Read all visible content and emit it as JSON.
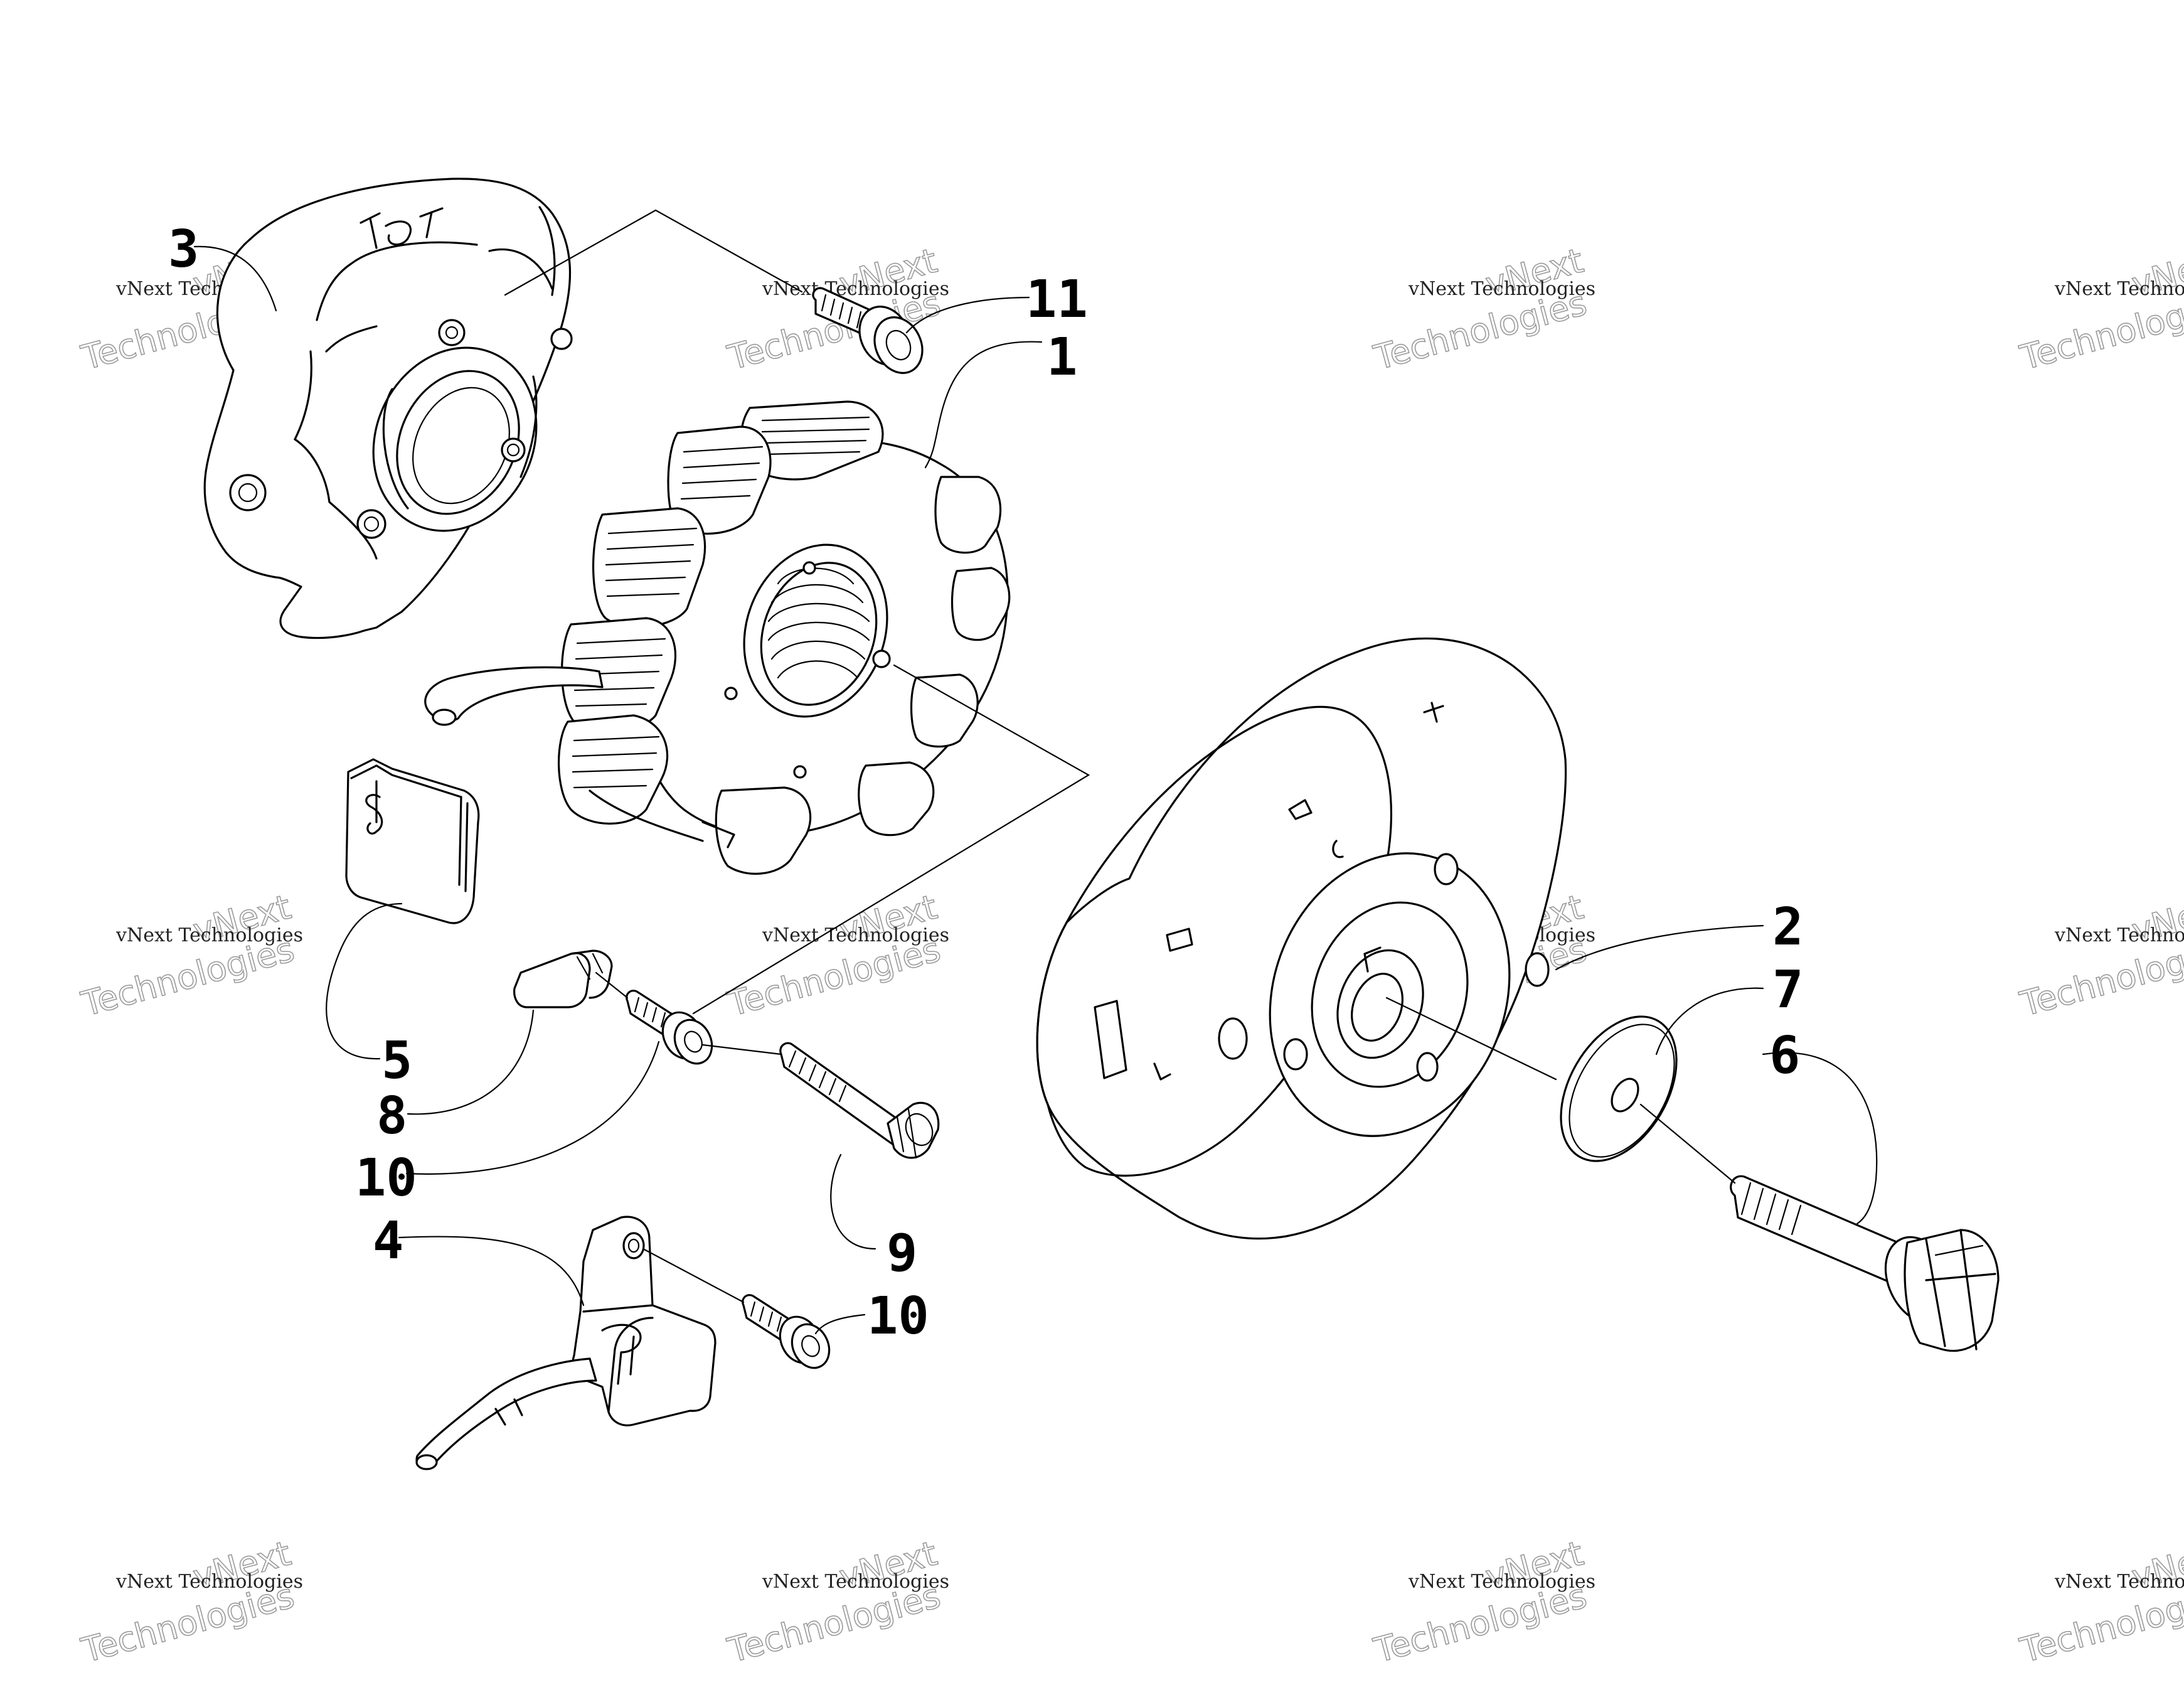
{
  "callouts": {
    "c1": "1",
    "c2": "2",
    "c3": "3",
    "c4": "4",
    "c5": "5",
    "c6": "6",
    "c7": "7",
    "c8": "8",
    "c9": "9",
    "c10a": "10",
    "c10b": "10",
    "c11": "11"
  },
  "watermark": {
    "brand": "vNext Technologies",
    "word1": "vNext",
    "word2": "Technologies"
  },
  "colors": {
    "ink": "#000000",
    "paper": "#ffffff",
    "watermark": "#9a9a9a"
  }
}
